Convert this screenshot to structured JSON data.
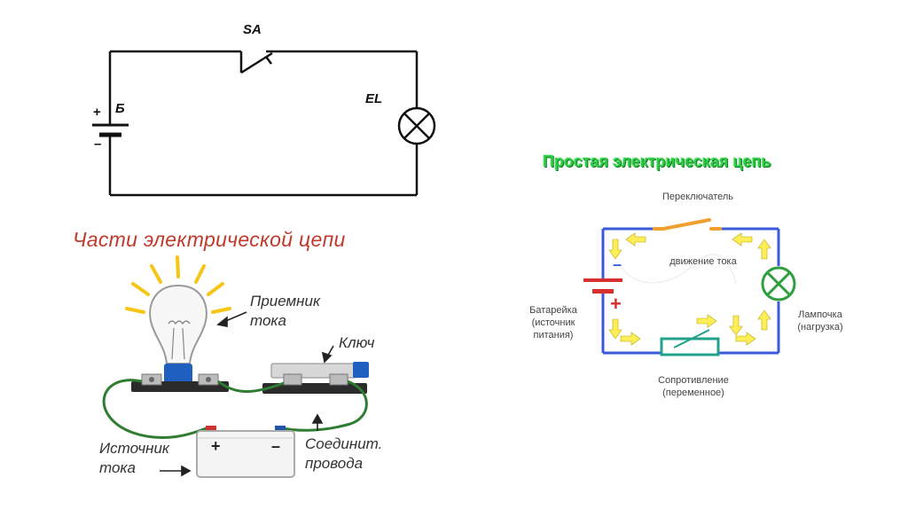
{
  "schematic": {
    "switch_label": "SA",
    "lamp_label": "EL",
    "battery_label": "Б",
    "plus": "+",
    "minus": "–"
  },
  "parts": {
    "title": "Части электрической цепи",
    "receiver": "Приемник тока",
    "key": "Ключ",
    "source": "Источник тока",
    "wires": "Соединит. провода",
    "battery_plus": "+",
    "battery_minus": "–"
  },
  "simple": {
    "title": "Простая электрическая цепь",
    "switch": "Переключатель",
    "current": "движение тока",
    "battery": "Батарейка (источник питания)",
    "lamp": "Лампочка (нагрузка)",
    "resistor": "Сопротивление (переменное)",
    "minus": "–",
    "plus": "+"
  },
  "colors": {
    "circuit_blue": "#3a5bd9",
    "arrow_yellow": "#ffee58",
    "lamp_green": "#2e9e3e",
    "title_red": "#c0392b",
    "title_green": "#2ecc40",
    "wire_green": "#2f7d32",
    "rays_yellow": "#f5c518"
  }
}
